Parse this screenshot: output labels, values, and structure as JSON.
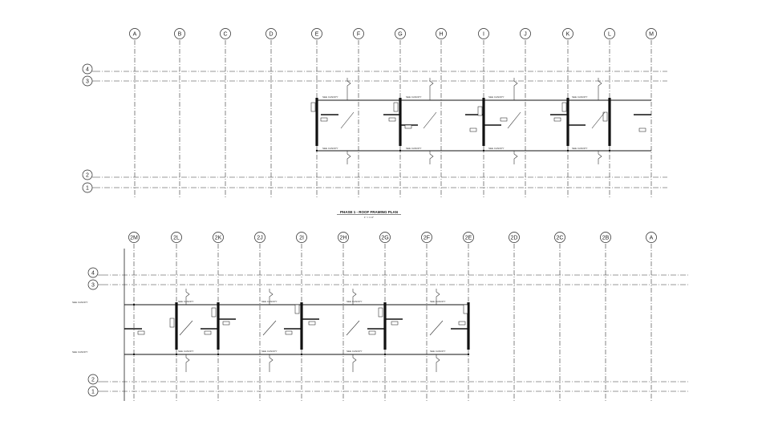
{
  "plan_upper": {
    "column_labels": [
      "A",
      "B",
      "C",
      "D",
      "E",
      "F",
      "G",
      "H",
      "I",
      "J",
      "K",
      "L",
      "M"
    ],
    "row_labels": [
      "4",
      "3",
      "2",
      "1"
    ]
  },
  "plan_lower": {
    "column_labels": [
      "2M",
      "2L",
      "2K",
      "2J",
      "2I",
      "2H",
      "2G",
      "2F",
      "2E",
      "2D",
      "2C",
      "2B",
      "A"
    ],
    "row_labels": [
      "4",
      "3",
      "2",
      "1"
    ]
  },
  "title": {
    "text": "PHASE 1 - ROOF FRAMING PLAN",
    "scale": "1\" = 1'-0\""
  },
  "notes": {
    "see_canopy": "SEE CANOPY"
  }
}
